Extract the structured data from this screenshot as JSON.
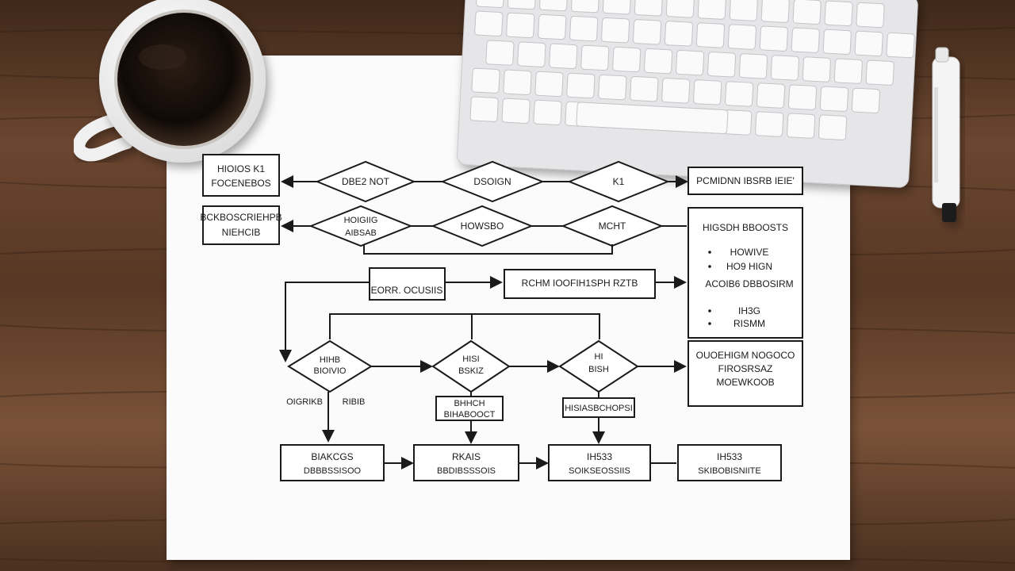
{
  "colors": {
    "wood_dark": "#4a3020",
    "wood_mid": "#6b4630",
    "wood_light": "#8a5e40",
    "paper": "#fbfbfb",
    "ink": "#1a1a1a",
    "coffee": "#120c08",
    "keyboard": "#e9e9ea"
  },
  "icons": [
    "coffee-cup-icon",
    "keyboard-icon",
    "pen-icon"
  ],
  "flowchart": {
    "top_left_box_1": [
      "HIOIOS K1",
      "FOCENEBOS"
    ],
    "top_left_box_2": [
      "BCKBOSCRIEHPB",
      "NIEHCIB"
    ],
    "row1_diamonds": [
      "DBE2 NOT",
      "DSOIGN",
      "K1"
    ],
    "row1_right_box": "PCMIDNN IBSRB IEIE'",
    "row2_diamonds": [
      [
        "HOIGIIG",
        "AIBSAB"
      ],
      [
        "HOWSBO"
      ],
      [
        "MCHT"
      ]
    ],
    "middle_box_left": "EORR. OCUSIIS",
    "middle_box_right": "RCHM IOOFIH1SPH RZTB",
    "right_panel_title": "HIGSDH BBOOSTS",
    "right_panel_items": [
      "HOWIVE",
      "HO9 HIGN",
      "ACOIB6 DBBOSIRM",
      "IH3G",
      "RISMM"
    ],
    "right_panel_items_bullets": [
      true,
      true,
      false,
      true,
      true
    ],
    "right_lower_box": [
      "OUOEHIGM NOGOCO",
      "FIROSRSAZ",
      "MOEWKOOB"
    ],
    "row3_diamonds": [
      [
        "HIHB",
        "BIOIVIO"
      ],
      [
        "HISI",
        "BSKIZ"
      ],
      [
        "HI",
        "BISH"
      ]
    ],
    "branch_labels": [
      "OIGRIKB",
      "RIBIB"
    ],
    "sub_boxes": [
      [
        "BHHCH",
        "BIHABOOCT"
      ],
      [
        "HISIASBCHOPSI"
      ]
    ],
    "bottom_boxes": [
      [
        "BIAKCGS",
        "DBBBSSISOO"
      ],
      [
        "RKAIS",
        "BBDIBSSSOIS"
      ],
      [
        "IH533",
        "SOIKSEOSSIIS"
      ],
      [
        "IH533",
        "SKIBOBISNIITE"
      ]
    ]
  }
}
